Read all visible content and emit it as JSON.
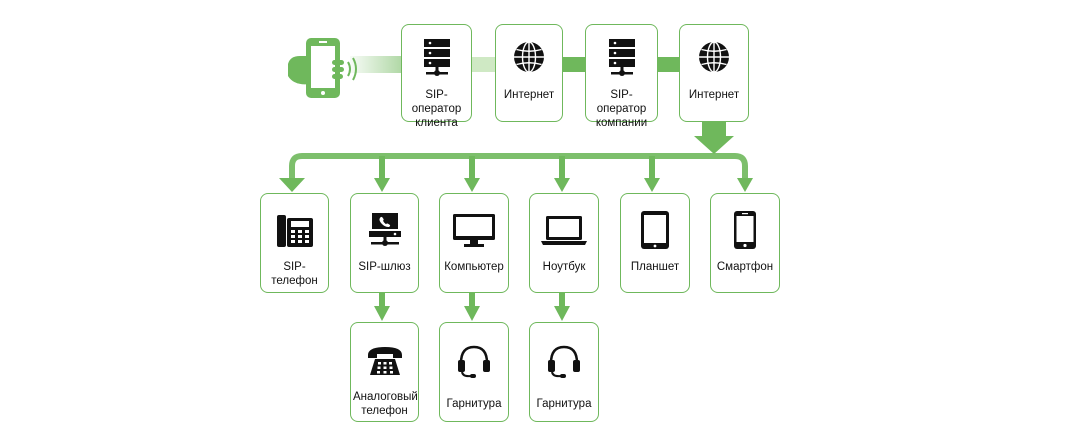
{
  "diagram": {
    "top_row": [
      {
        "label": "SIP-оператор\nклиента",
        "icon": "server-icon"
      },
      {
        "label": "Интернет",
        "icon": "globe-icon"
      },
      {
        "label": "SIP-оператор\nкомпании",
        "icon": "server-icon"
      },
      {
        "label": "Интернет",
        "icon": "globe-icon"
      }
    ],
    "middle_row": [
      {
        "label": "SIP-телефон",
        "icon": "desk-phone-icon"
      },
      {
        "label": "SIP-шлюз",
        "icon": "voip-gateway-icon"
      },
      {
        "label": "Компьютер",
        "icon": "monitor-icon"
      },
      {
        "label": "Ноутбук",
        "icon": "laptop-icon"
      },
      {
        "label": "Планшет",
        "icon": "tablet-icon"
      },
      {
        "label": "Смартфон",
        "icon": "smartphone-icon"
      }
    ],
    "bottom_row": [
      {
        "label": "Аналоговый\nтелефон",
        "icon": "analog-phone-icon"
      },
      {
        "label": "Гарнитура",
        "icon": "headset-icon"
      },
      {
        "label": "Гарнитура",
        "icon": "headset-icon"
      }
    ],
    "caller_icon": "hand-holding-phone-icon",
    "colors": {
      "accent": "#6fb85c",
      "accent_light": "#c9e6bd",
      "icon": "#111111",
      "border": "#6fb85c"
    }
  }
}
